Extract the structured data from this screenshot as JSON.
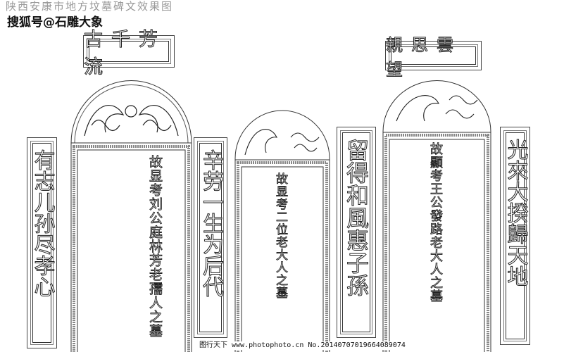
{
  "header": {
    "title": "陕西安康市地方坟墓碑文效果图",
    "watermark": "搜狐号@石雕大象"
  },
  "plaques": [
    {
      "text": "古千芳流"
    },
    {
      "text": "親思雲望"
    }
  ],
  "couplets": [
    {
      "text": "有志儿孙尽孝心"
    },
    {
      "text": "辛劳一生为后代"
    },
    {
      "text": "留得和風惠子孫"
    },
    {
      "text": "光來大揆歸天地"
    }
  ],
  "steles": [
    {
      "inscription": "故显考刘公庭林芳老孺人之墓"
    },
    {
      "inscription": "故显考二位老大人之墓"
    },
    {
      "inscription": "故顯考王公發路老大人之墓"
    }
  ],
  "footer": {
    "text": "图行天下 www.photophoto.cn No.20140707019664089074"
  },
  "colors": {
    "line": "#222222",
    "background": "#ffffff"
  }
}
